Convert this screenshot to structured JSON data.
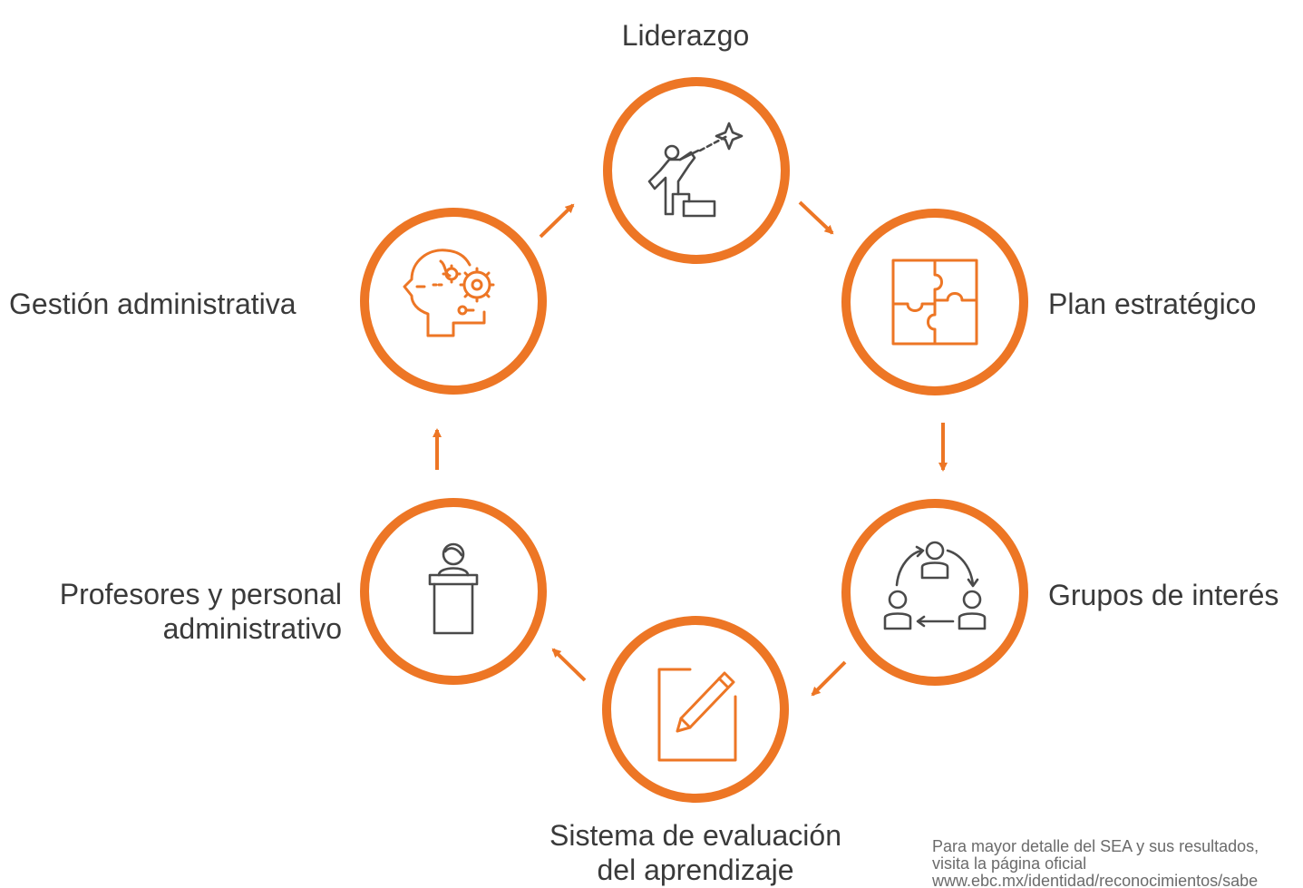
{
  "diagram": {
    "accent_color": "#ED7625",
    "icon_color": "#4a4a4a",
    "nodes": [
      {
        "id": "liderazgo",
        "label_lines": [
          "Liderazgo"
        ],
        "icon": "leader-pointing-star-icon"
      },
      {
        "id": "plan",
        "label_lines": [
          "Plan estratégico"
        ],
        "icon": "puzzle-icon"
      },
      {
        "id": "grupos",
        "label_lines": [
          "Grupos de interés"
        ],
        "icon": "people-cycle-icon"
      },
      {
        "id": "sistema",
        "label_lines": [
          "Sistema de evaluación",
          "del aprendizaje"
        ],
        "icon": "edit-document-icon"
      },
      {
        "id": "profesores",
        "label_lines": [
          "Profesores y personal",
          "administrativo"
        ],
        "icon": "speaker-podium-icon"
      },
      {
        "id": "gestion",
        "label_lines": [
          "Gestión administrativa"
        ],
        "icon": "head-gears-icon"
      }
    ]
  },
  "note": {
    "line1": "Para mayor detalle del SEA y sus resultados,",
    "line2": "visita la página oficial",
    "line3": "www.ebc.mx/identidad/reconocimientos/sabe"
  }
}
